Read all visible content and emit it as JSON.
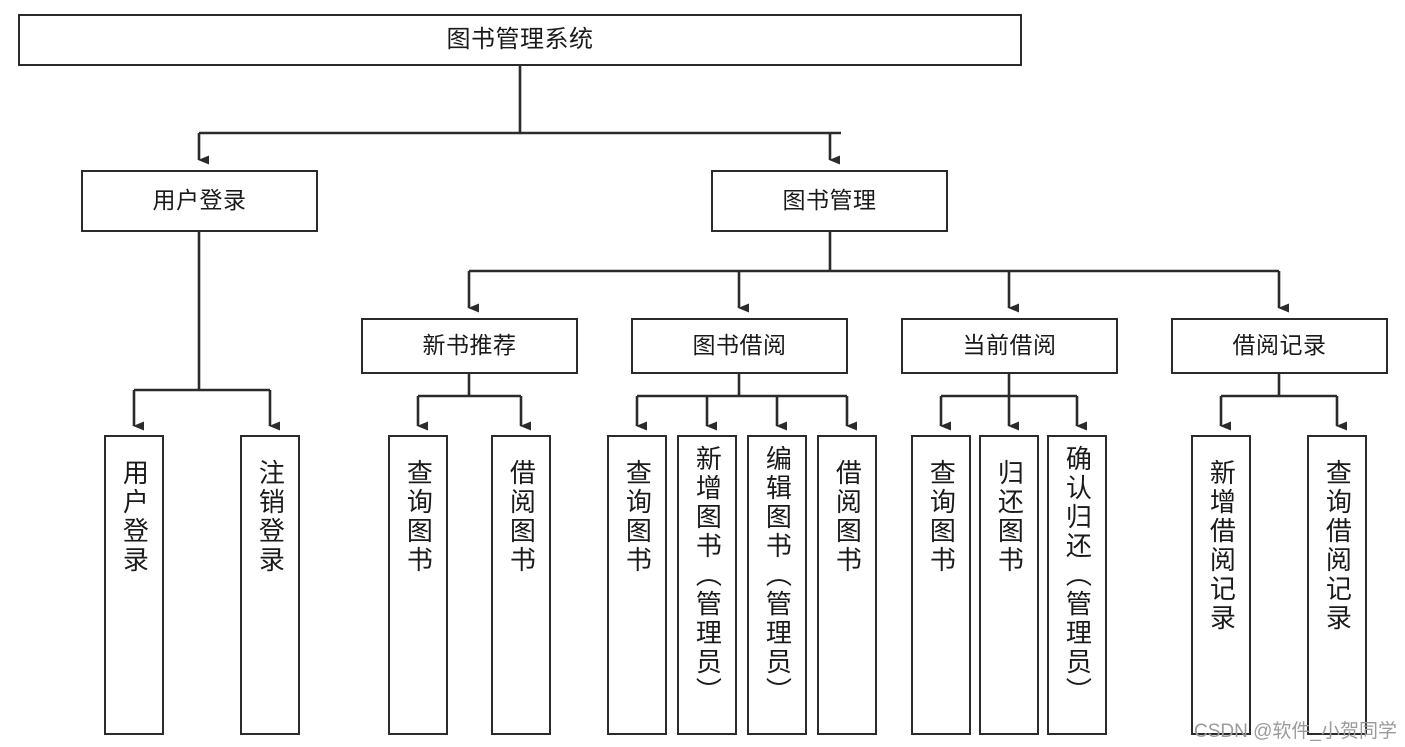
{
  "diagram": {
    "type": "tree-hierarchy",
    "title": "图书管理系统",
    "watermark": "CSDN @软件_小贺同学",
    "style": {
      "border_color": "#2b2b2b",
      "fill_color": "#ffffff",
      "line_color": "#2b2b2b",
      "text_color": "#1a1a1a",
      "watermark_color": "#9b9b9b"
    },
    "levels": {
      "root": {
        "label": "图书管理系统"
      },
      "level2": [
        {
          "id": "user-login",
          "label": "用户登录"
        },
        {
          "id": "book-management",
          "label": "图书管理"
        }
      ],
      "level3": [
        {
          "id": "new-book-recommend",
          "label": "新书推荐",
          "parent": "book-management"
        },
        {
          "id": "book-borrow",
          "label": "图书借阅",
          "parent": "book-management"
        },
        {
          "id": "current-borrow",
          "label": "当前借阅",
          "parent": "book-management"
        },
        {
          "id": "borrow-record",
          "label": "借阅记录",
          "parent": "book-management"
        }
      ],
      "leaves": [
        {
          "id": "leaf-user-login",
          "label": "用户登录",
          "parent": "user-login"
        },
        {
          "id": "leaf-logout-login",
          "label": "注销登录",
          "parent": "user-login"
        },
        {
          "id": "leaf-query-book-1",
          "label": "查询图书",
          "parent": "new-book-recommend"
        },
        {
          "id": "leaf-borrow-book-1",
          "label": "借阅图书",
          "parent": "new-book-recommend"
        },
        {
          "id": "leaf-query-book-2",
          "label": "查询图书",
          "parent": "book-borrow"
        },
        {
          "id": "leaf-add-book",
          "label": "新增图书（管理员）",
          "parent": "book-borrow"
        },
        {
          "id": "leaf-edit-book",
          "label": "编辑图书（管理员）",
          "parent": "book-borrow"
        },
        {
          "id": "leaf-borrow-book-2",
          "label": "借阅图书",
          "parent": "book-borrow"
        },
        {
          "id": "leaf-query-book-3",
          "label": "查询图书",
          "parent": "current-borrow"
        },
        {
          "id": "leaf-return-book",
          "label": "归还图书",
          "parent": "current-borrow"
        },
        {
          "id": "leaf-confirm-return",
          "label": "确认归还（管理员）",
          "parent": "current-borrow"
        },
        {
          "id": "leaf-add-record",
          "label": "新增借阅记录",
          "parent": "borrow-record"
        },
        {
          "id": "leaf-query-record",
          "label": "查询借阅记录",
          "parent": "borrow-record"
        }
      ]
    }
  }
}
